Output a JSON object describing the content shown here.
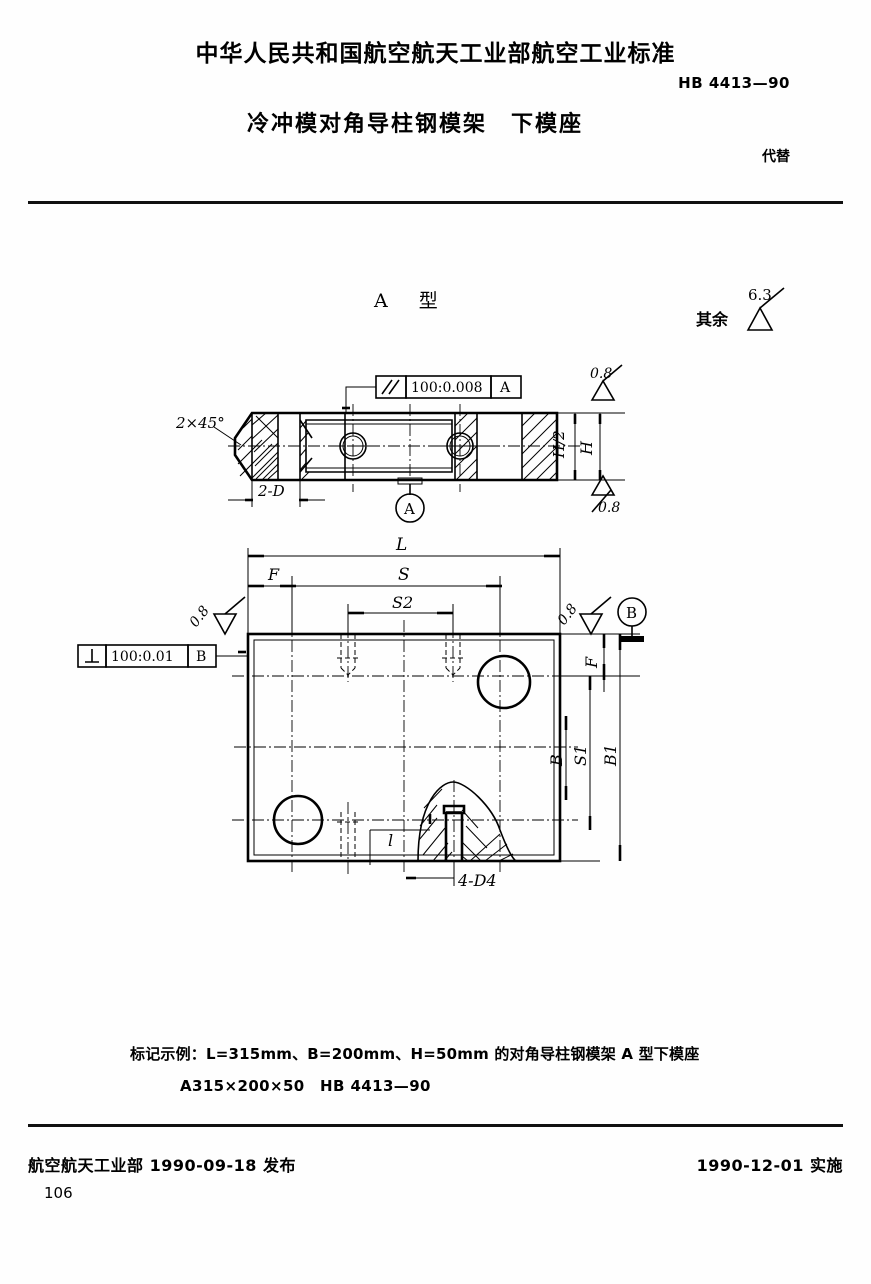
{
  "header": {
    "title": "中华人民共和国航空航天工业部航空工业标准",
    "standard_no": "HB 4413—90",
    "subtitle": "冷冲模对角导柱钢模架　下模座",
    "replaces_label": "代替"
  },
  "drawing": {
    "type_label": "A　型",
    "remainder_note": "其余",
    "remainder_value": "6.3",
    "front_view": {
      "tolerance_frame": {
        "symbol": "∥",
        "value": "100:0.008",
        "datum": "A"
      },
      "chamfer_note": "2×45°",
      "hole_note": "2-D",
      "datum_label": "A",
      "height_full": "H",
      "height_half": "H/2",
      "surface_top": "0.8",
      "surface_bottom": "0.8"
    },
    "plan_view": {
      "tolerance_frame": {
        "symbol": "⊥",
        "value": "100:0.01",
        "datum": "B"
      },
      "datum_label": "B",
      "dim_length": "L",
      "dim_edge_f_top": "F",
      "dim_s": "S",
      "dim_s2": "S2",
      "dim_width": "B",
      "dim_s1": "S1",
      "dim_b1": "B1",
      "dim_edge_f_right": "F",
      "dim_small_l": "l",
      "hole_note": "4-D4",
      "surface_left": "0.8",
      "surface_right": "0.8"
    }
  },
  "marking": {
    "line1": "标记示例：L=315mm、B=200mm、H=50mm 的对角导柱钢模架 A 型下模座",
    "line2": "A315×200×50　HB 4413—90"
  },
  "footer": {
    "issue": "航空航天工业部 1990-09-18 发布",
    "effective": "1990-12-01 实施",
    "page_number": "106"
  }
}
